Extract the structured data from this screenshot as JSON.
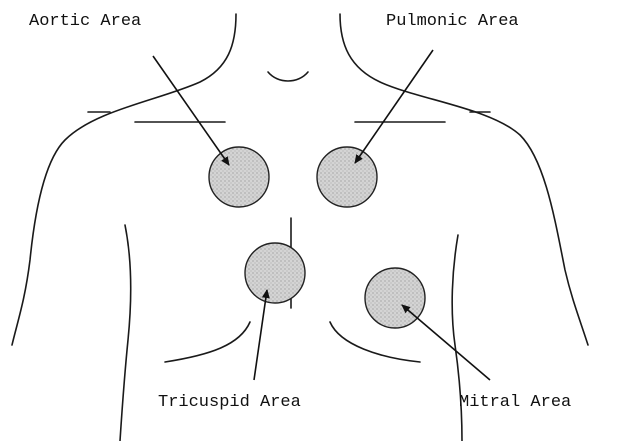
{
  "diagram": {
    "labels": {
      "aortic": "Aortic Area",
      "pulmonic": "Pulmonic Area",
      "tricuspid": "Tricuspid Area",
      "mitral": "Mitral Area"
    },
    "colors": {
      "outline": "#1a1a1a",
      "area_fill": "#cfcfcf",
      "area_stipple": "#8a8a8a"
    }
  }
}
